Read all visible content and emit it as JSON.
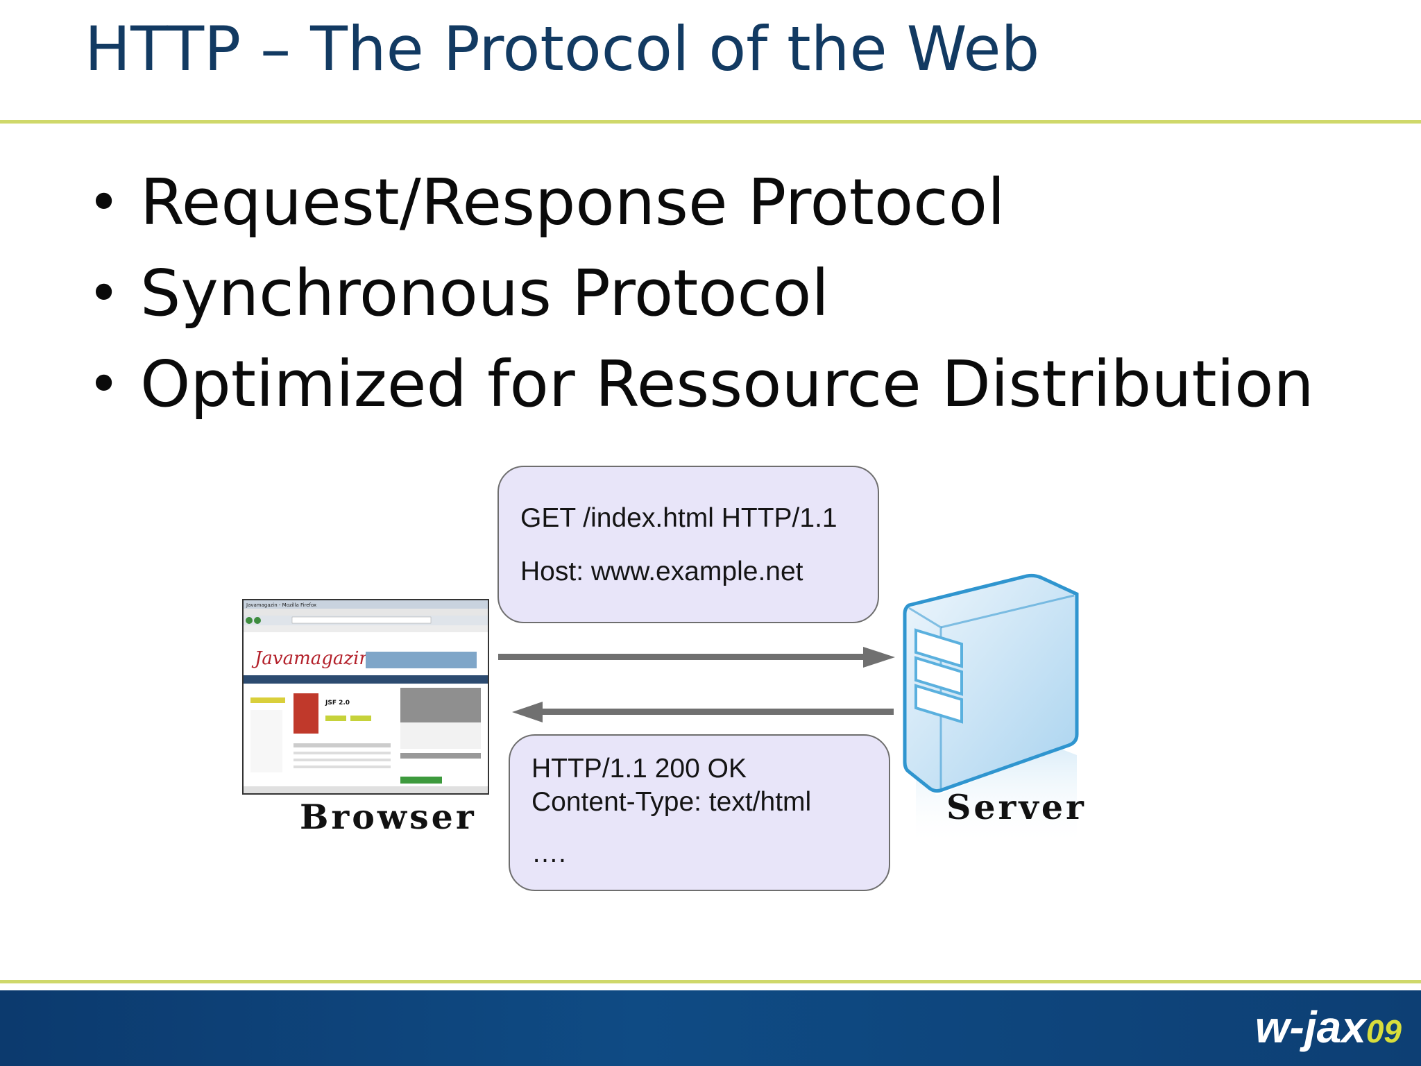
{
  "slide": {
    "title": "HTTP – The Protocol of the Web",
    "bullets": [
      "Request/Response Protocol",
      "Synchronous Protocol",
      "Optimized for Ressource Distribution"
    ]
  },
  "diagram": {
    "request_lines": [
      "GET /index.html HTTP/1.1",
      "Host: www.example.net"
    ],
    "response_lines": [
      "HTTP/1.1 200 OK",
      "Content-Type: text/html",
      "…."
    ],
    "client_label": "Browser",
    "server_label": "Server",
    "screenshot": {
      "window_title": "Javamagazin - Mozilla Firefox",
      "brand": "Javamagazin",
      "headline": "JSF 2.0"
    }
  },
  "footer": {
    "logo_text": "w-jax",
    "logo_year": "09"
  },
  "colors": {
    "title": "#123a62",
    "rule": "#cfd86a",
    "bubble_fill": "#e8e5f9",
    "arrow": "#707070",
    "footer": "#0f4b84",
    "logo_accent": "#d8de3c"
  },
  "icons": [
    "bullet-dot",
    "arrow-right-icon",
    "arrow-left-icon",
    "server-icon"
  ]
}
